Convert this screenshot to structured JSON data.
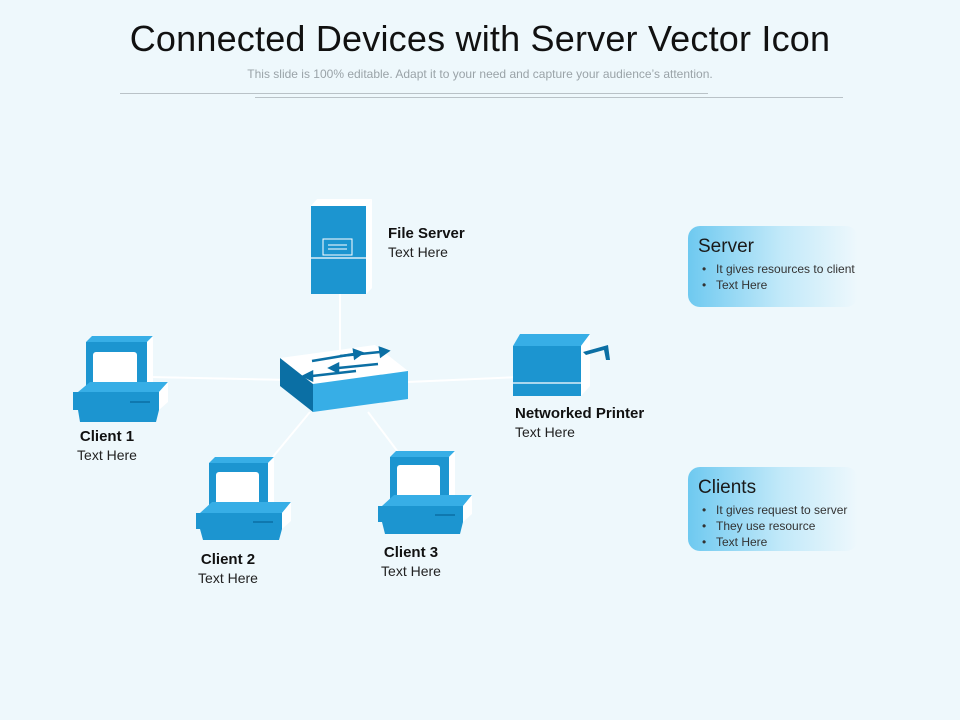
{
  "header": {
    "title": "Connected Devices with Server Vector Icon",
    "subtitle": "This slide is 100% editable. Adapt it to your need and capture your audience’s attention."
  },
  "devices": {
    "file_server": {
      "name": "File Server",
      "text": "Text Here"
    },
    "printer": {
      "name": "Networked Printer",
      "text": "Text Here"
    },
    "client1": {
      "name": "Client 1",
      "text": "Text Here"
    },
    "client2": {
      "name": "Client 2",
      "text": "Text Here"
    },
    "client3": {
      "name": "Client 3",
      "text": "Text Here"
    }
  },
  "panels": {
    "server": {
      "title": "Server",
      "items": [
        "It gives resources to client",
        "Text Here"
      ]
    },
    "clients": {
      "title": "Clients",
      "items": [
        "It gives request to server",
        "They use resource",
        "Text Here"
      ]
    }
  },
  "colors": {
    "background": "#eef8fc",
    "device_blue": "#1c95d0",
    "device_light": "#37aee6",
    "device_dark": "#0b6fa4",
    "connector": "#ffffff"
  }
}
